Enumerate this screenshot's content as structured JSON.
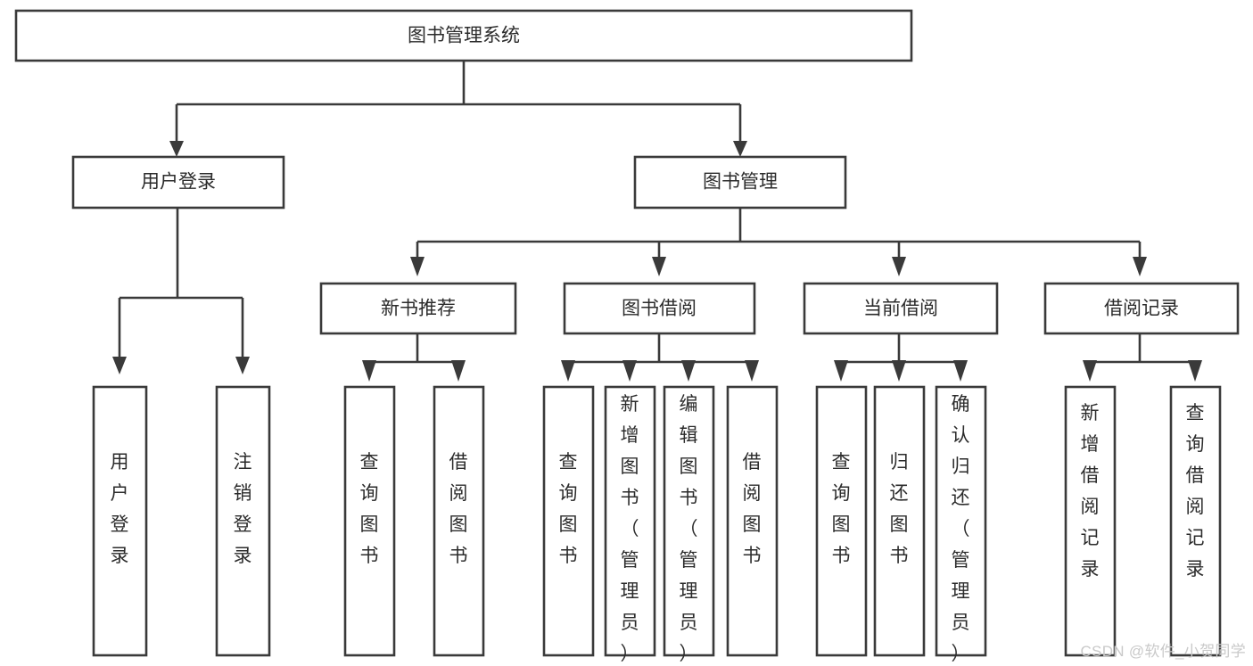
{
  "diagram": {
    "type": "hierarchy-tree",
    "title": "图书管理系统",
    "watermark": "CSDN @软件_小贺同学",
    "colors": {
      "stroke": "#3a3a3a",
      "box_fill": "#ffffff",
      "text": "#2b2b2b",
      "background": "#ffffff",
      "watermark": "#c9c9c9"
    },
    "levels": {
      "root": "图书管理系统",
      "level2": [
        "用户登录",
        "图书管理"
      ],
      "level3": [
        "新书推荐",
        "图书借阅",
        "当前借阅",
        "借阅记录"
      ]
    },
    "nodes": {
      "root": {
        "label": "图书管理系统"
      },
      "user_login": {
        "label": "用户登录"
      },
      "book_manage": {
        "label": "图书管理"
      },
      "new_book_rec": {
        "label": "新书推荐"
      },
      "book_borrow": {
        "label": "图书借阅"
      },
      "current_borrow": {
        "label": "当前借阅"
      },
      "borrow_record": {
        "label": "借阅记录"
      }
    },
    "leaves": {
      "user_login": [
        {
          "label": "用户登录"
        },
        {
          "label": "注销登录"
        }
      ],
      "new_book_rec": [
        {
          "label": "查询图书"
        },
        {
          "label": "借阅图书"
        }
      ],
      "book_borrow": [
        {
          "label": "查询图书"
        },
        {
          "label": "新增图书（管理员）"
        },
        {
          "label": "编辑图书（管理员）"
        },
        {
          "label": "借阅图书"
        }
      ],
      "current_borrow": [
        {
          "label": "查询图书"
        },
        {
          "label": "归还图书"
        },
        {
          "label": "确认归还（管理员）"
        }
      ],
      "borrow_record": [
        {
          "label": "新增借阅记录"
        },
        {
          "label": "查询借阅记录"
        }
      ]
    }
  }
}
